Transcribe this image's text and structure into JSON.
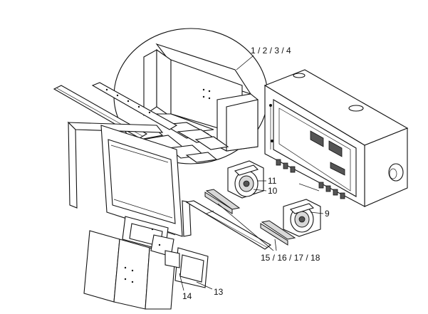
{
  "callouts": {
    "liner_set": "1 / 2 / 3 / 4",
    "fan_upper": "11",
    "fan_upper_motor": "10",
    "fan_lower": "9",
    "baffles": "15 / 16 / 17 / 18",
    "door_panel_13": "13",
    "door_panel_14": "14"
  }
}
